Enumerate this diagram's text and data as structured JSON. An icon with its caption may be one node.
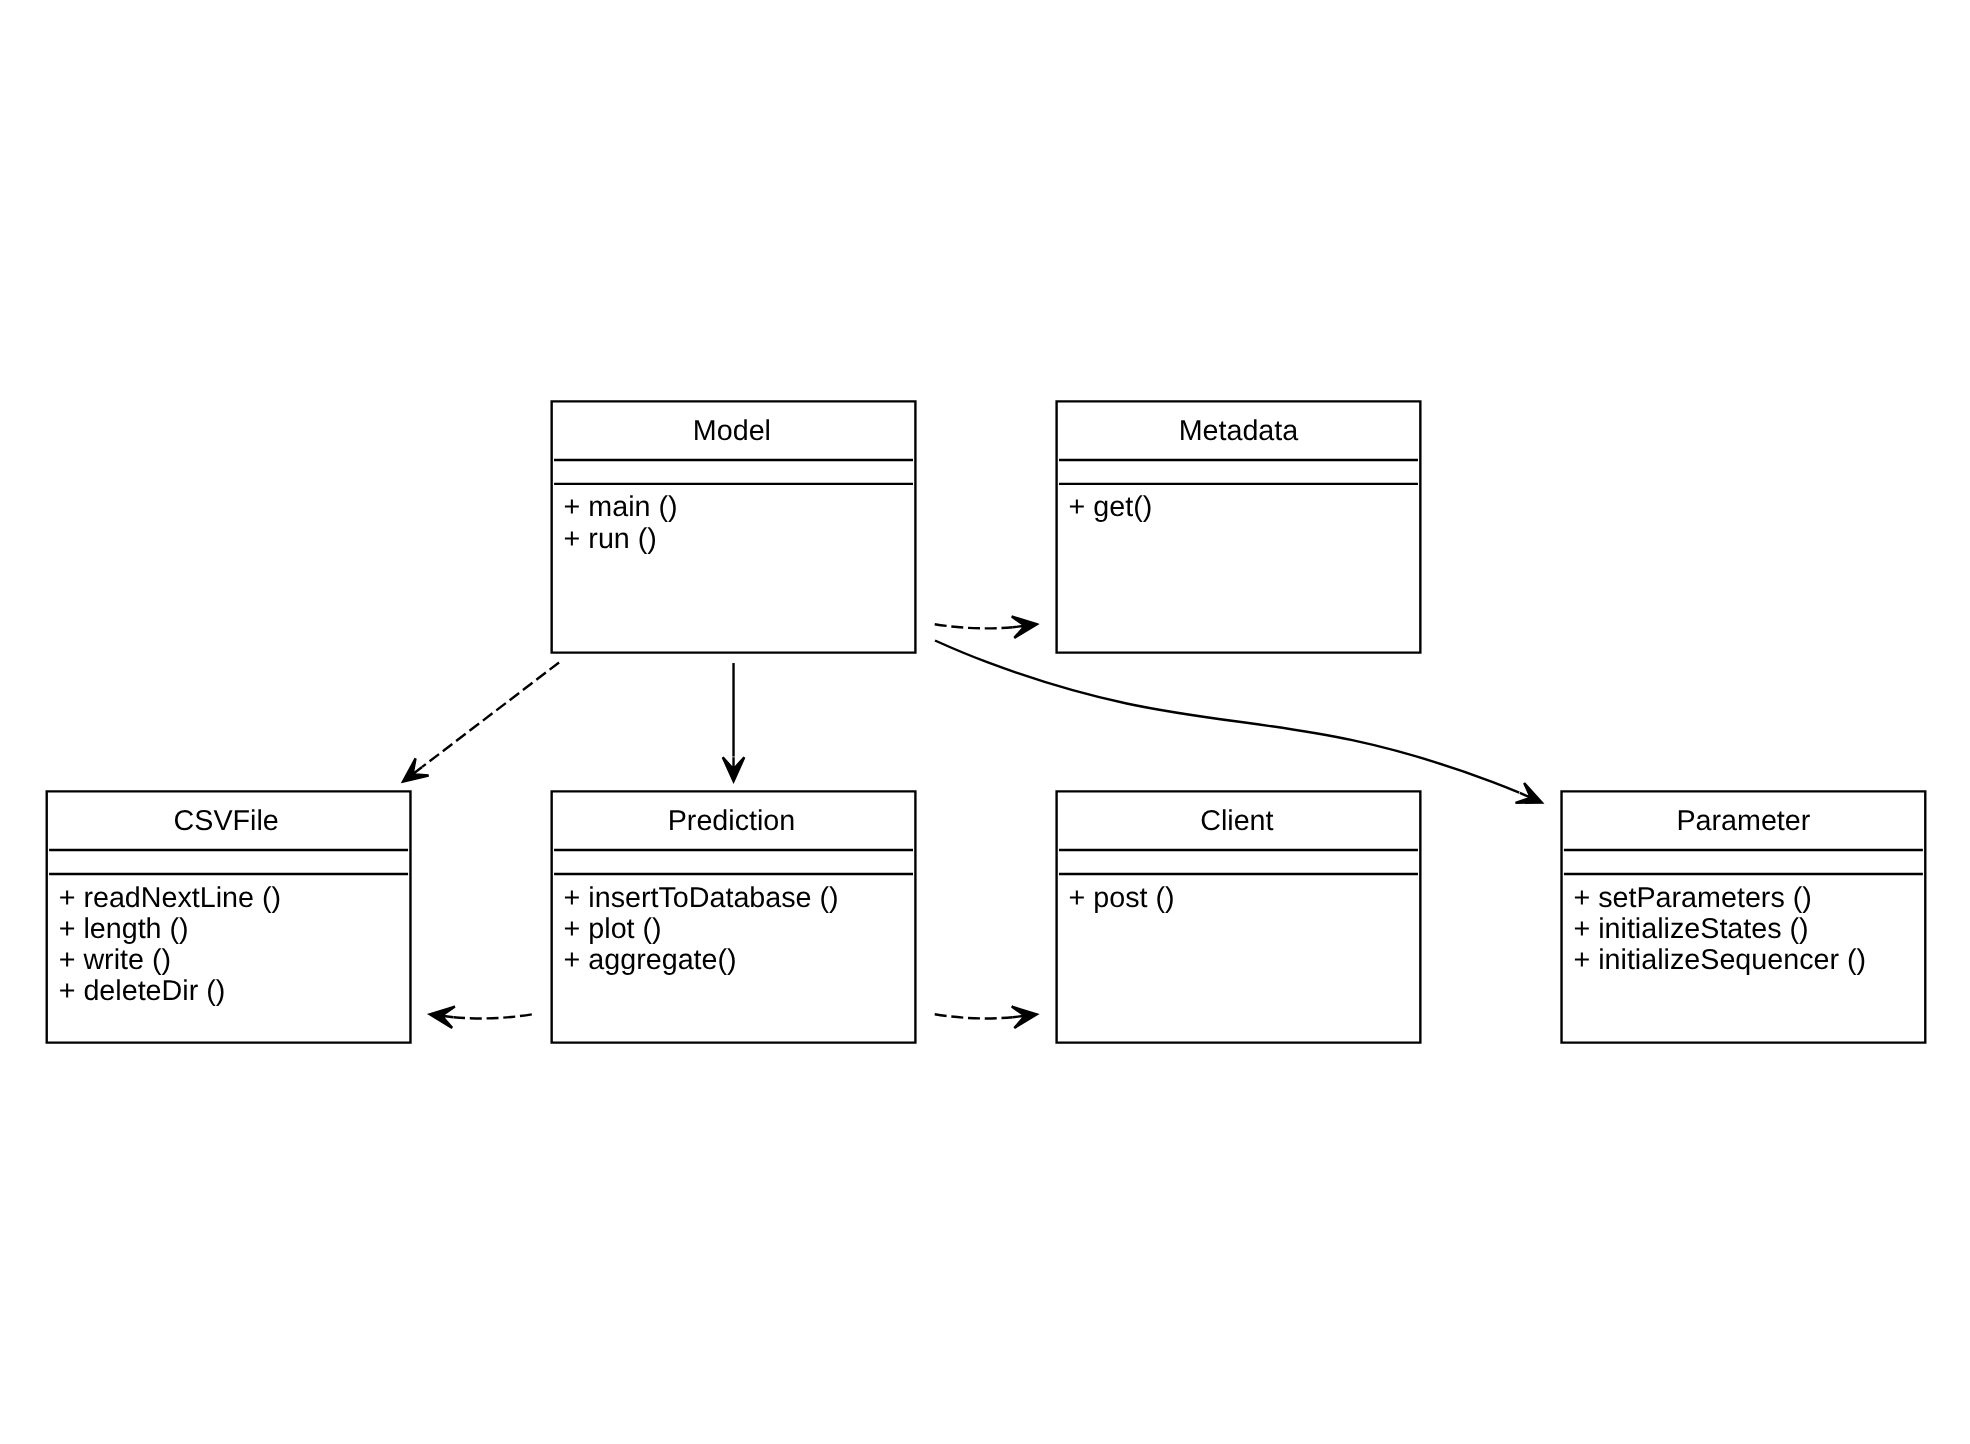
{
  "diagram": {
    "nodes": [
      {
        "text": [
          "CSVFile",
          "+ readNextLine ()",
          "+ length ()",
          "+ write ()",
          "+ deleteDir ()"
        ]
      },
      {
        "text": [
          "Prediction",
          "+ insertToDatabase ()",
          "+ plot ()",
          "+ aggregate()"
        ]
      },
      {
        "text": [
          "Client",
          "+ post ()"
        ]
      },
      {
        "text": [
          "Model",
          "+ main ()",
          "+ run ()"
        ]
      },
      {
        "text": [
          "Metadata",
          "+ get()"
        ]
      },
      {
        "text": [
          "Parameter",
          "+ setParameters ()",
          "+ initializeStates ()",
          "+ initializeSequencer ()"
        ]
      }
    ],
    "edges": [
      {
        "from": 1,
        "to": 0,
        "arrow": "to",
        "style": "dashed"
      },
      {
        "from": 1,
        "to": 2,
        "arrow": "to",
        "style": "dashed"
      },
      {
        "from": 3,
        "to": 0,
        "arrow": "to",
        "style": "dashed"
      },
      {
        "from": 3,
        "to": 1,
        "arrow": "to"
      },
      {
        "from": 3,
        "to": 4,
        "arrow": "to",
        "style": "dashed"
      },
      {
        "from": 3,
        "to": 5,
        "arrow": "to"
      }
    ]
  }
}
